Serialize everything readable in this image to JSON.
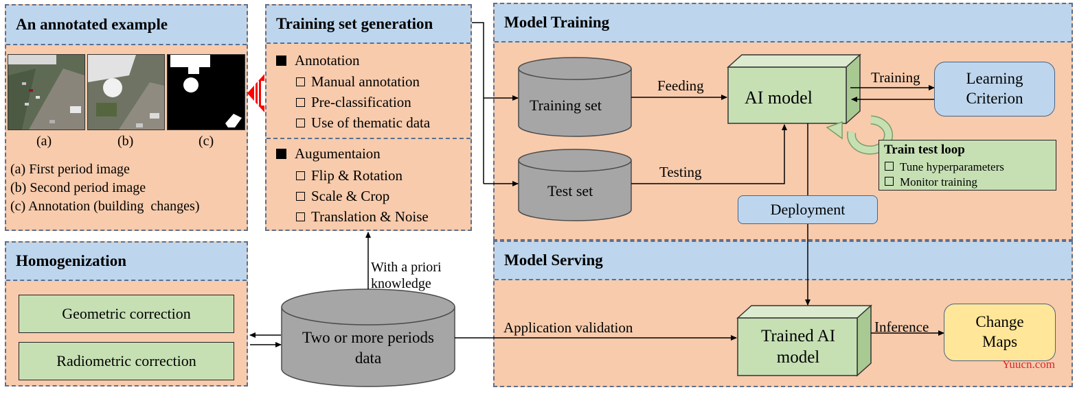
{
  "annotated_example": {
    "title": "An annotated example",
    "image_labels": [
      "(a)",
      "(b)",
      "(c)"
    ],
    "legend": [
      "(a) First period image",
      "(b) Second period image",
      "(c) Annotation (building  changes)"
    ]
  },
  "training_set": {
    "title": "Training set generation",
    "annotation": {
      "heading": "Annotation",
      "items": [
        "Manual annotation",
        "Pre-classification",
        "Use of thematic data"
      ]
    },
    "augmentation": {
      "heading": "Augumentaion",
      "items": [
        "Flip & Rotation",
        "Scale & Crop",
        "Translation & Noise"
      ]
    }
  },
  "model_training": {
    "title": "Model Training",
    "training_set_cyl": "Training set",
    "test_set_cyl": "Test set",
    "ai_model": "AI model",
    "learning_criterion": "Learning Criterion",
    "feeding": "Feeding",
    "testing": "Testing",
    "training": "Training",
    "loop": {
      "title": "Train test loop",
      "items": [
        "Tune hyperparameters",
        "Monitor training"
      ]
    },
    "deployment": "Deployment"
  },
  "model_serving": {
    "title": "Model Serving",
    "trained_model": "Trained AI model",
    "change_maps": "Change Maps",
    "inference": "Inference",
    "application_validation": "Application validation"
  },
  "homogenization": {
    "title": "Homogenization",
    "items": [
      "Geometric correction",
      "Radiometric correction"
    ]
  },
  "data_source": {
    "label": "Two or more periods data",
    "prior_knowledge": "With a priori knowledge"
  },
  "watermark": "Yuucn.com",
  "colors": {
    "panel_fill": "#f7cbac",
    "header_fill": "#bdd6ee",
    "green_box": "#c6e0b4",
    "blue_box": "#bdd6ee",
    "yellow_box": "#ffe699",
    "cylinder": "#a6a6a6",
    "red_arrow": "#ff0000",
    "watermark": "#d9272e"
  }
}
